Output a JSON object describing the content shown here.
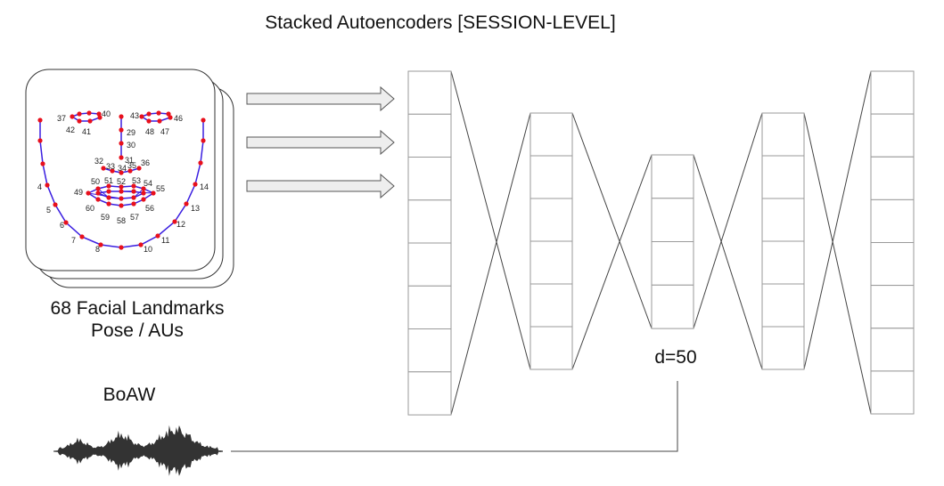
{
  "title": "Stacked Autoencoders [SESSION-LEVEL]",
  "input": {
    "caption_line1": "68 Facial Landmarks",
    "caption_line2": "Pose / AUs",
    "landmark_numbers": [
      "37",
      "40",
      "43",
      "46",
      "42",
      "41",
      "48",
      "47",
      "29",
      "30",
      "31",
      "32",
      "33",
      "34",
      "35",
      "36",
      "50",
      "51",
      "52",
      "53",
      "54",
      "49",
      "55",
      "60",
      "56",
      "59",
      "58",
      "57",
      "4",
      "14",
      "5",
      "13",
      "6",
      "12",
      "7",
      "11",
      "8",
      "10"
    ]
  },
  "audio": {
    "label": "BoAW"
  },
  "bottleneck": {
    "label": "d=50"
  },
  "colors": {
    "landmark_dot": "#e8101c",
    "landmark_line": "#3a1ee0",
    "arrow_fill": "#eeeeee",
    "arrow_stroke": "#555555",
    "waveform": "#333333"
  },
  "network": {
    "layers": [
      {
        "name": "input-layer",
        "units": 8
      },
      {
        "name": "encoder-hidden-layer",
        "units": 6
      },
      {
        "name": "bottleneck-layer",
        "units": 4
      },
      {
        "name": "decoder-hidden-layer",
        "units": 6
      },
      {
        "name": "output-layer",
        "units": 8
      }
    ]
  }
}
